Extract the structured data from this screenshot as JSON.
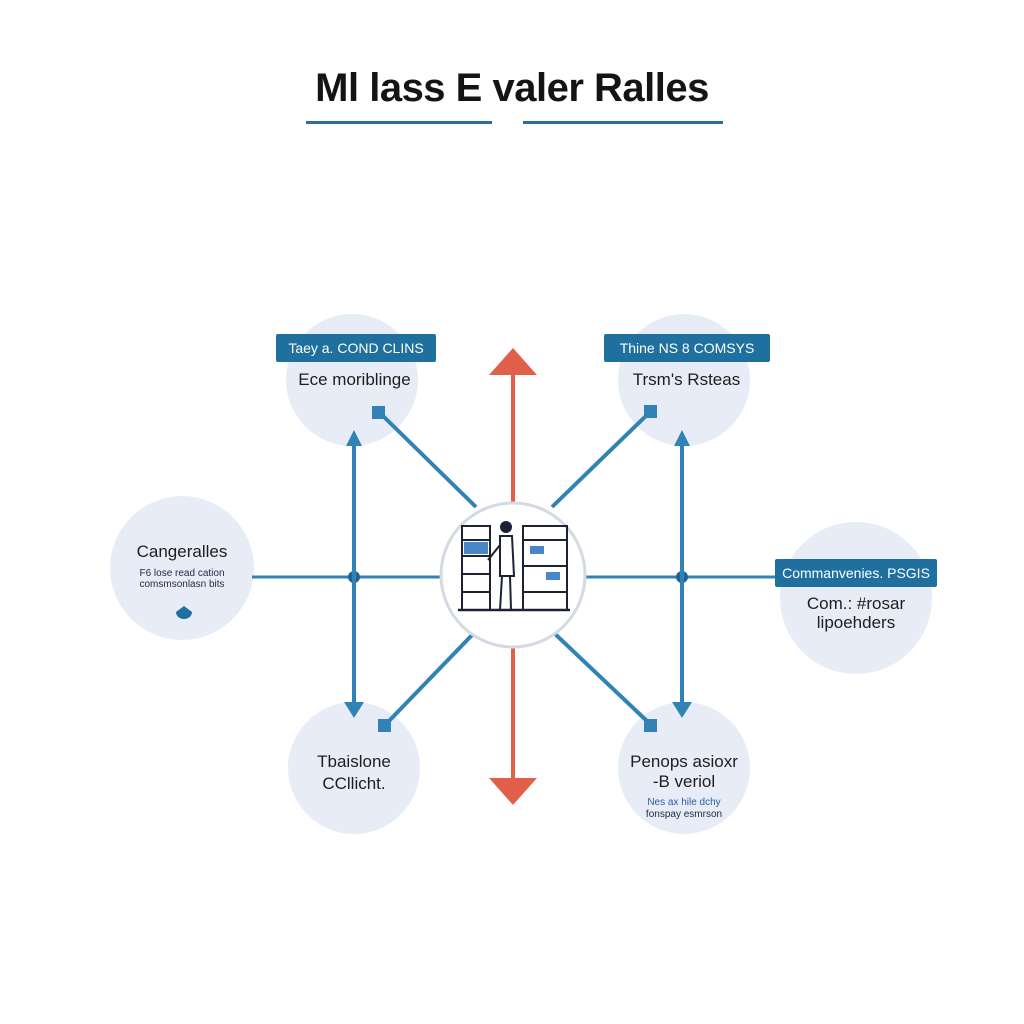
{
  "title": "Ml lass E valer Ralles",
  "nodes": {
    "top_left": {
      "tag": "Taey a. COND CLINS",
      "label": "Ece moriblinge"
    },
    "top_right": {
      "tag": "Thine NS 8  COMSYS",
      "label": "Trsm's Rsteas"
    },
    "left": {
      "label": "Cangeralles",
      "sub": "F6 lose read cation\ncomsmsonlasn bits"
    },
    "right": {
      "tag": "Commanvenies. PSGIS",
      "label1": "Com.: #rosar",
      "label2": "lipoehders"
    },
    "bottom_left": {
      "label1": "Tbaislone",
      "label2": "CCllicht."
    },
    "bottom_right": {
      "label1": "Penops asioxr",
      "label2": "-B veriol",
      "sub1": "Nes ax hile dchy",
      "sub2": "fonspay esmrson"
    }
  },
  "colors": {
    "line": "#3283b5",
    "arrow": "#e0604a",
    "circle": "#e7ecf6",
    "tag": "#1f6f9f"
  }
}
